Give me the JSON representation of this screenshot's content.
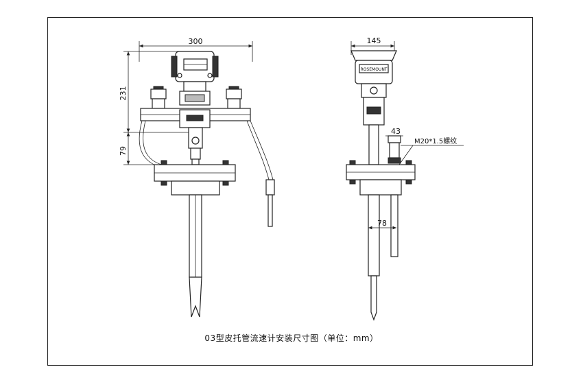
{
  "front_view": {
    "dim_width": "300",
    "dim_upper_height": "231",
    "dim_lower_height": "79"
  },
  "side_view": {
    "dim_width": "145",
    "dim_fitting": "43",
    "dim_probe_offset": "78",
    "thread_label": "M20*1.5螺纹",
    "nameplate_text": "ROSEMOUNT"
  },
  "caption": "03型皮托管流速计安装尺寸图（单位：mm）"
}
